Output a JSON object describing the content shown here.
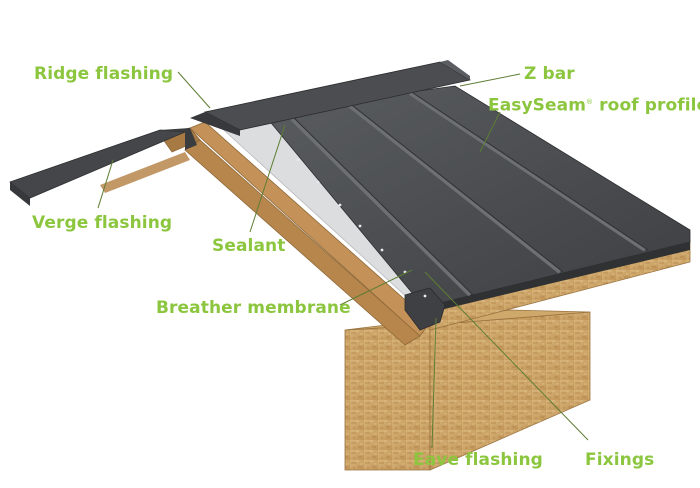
{
  "labels": {
    "ridge_flashing": "Ridge flashing",
    "z_bar": "Z bar",
    "profile_name": "EasySeam",
    "profile_mark": "®",
    "profile_rest": " roof profile",
    "verge_flashing": "Verge flashing",
    "sealant": "Sealant",
    "breather_membrane": "Breather membrane",
    "eave_flashing": "Eave flashing",
    "fixings": "Fixings"
  },
  "colors": {
    "label_green": "#8cc63f",
    "leader_line": "#6a8a3a",
    "roof_sheet": "#4a4c4f",
    "roof_sheet_light": "#5d6063",
    "osb": "#c9a36a",
    "timber": "#b98a4e",
    "membrane": "#d9dadb"
  }
}
